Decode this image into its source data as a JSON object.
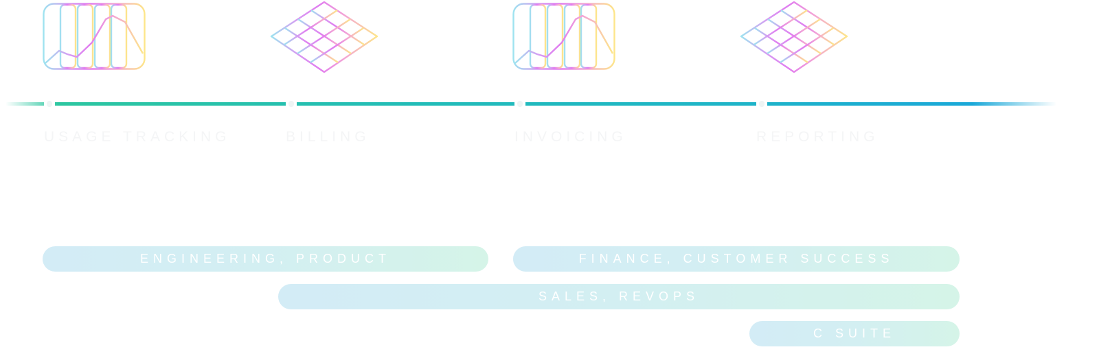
{
  "stages": [
    {
      "label": "USAGE TRACKING",
      "icon": "chart-icon"
    },
    {
      "label": "BILLING",
      "icon": "grid-icon"
    },
    {
      "label": "INVOICING",
      "icon": "chart-icon"
    },
    {
      "label": "REPORTING",
      "icon": "grid-icon"
    }
  ],
  "teams": [
    {
      "label": "ENGINEERING, PRODUCT"
    },
    {
      "label": "FINANCE, CUSTOMER SUCCESS"
    },
    {
      "label": "SALES, REVOPS"
    },
    {
      "label": "C SUITE"
    }
  ],
  "colors": {
    "timeline": "#22bcb8",
    "icon_gradient": [
      "#9fe3f0",
      "#e07cf0",
      "#fde68a"
    ],
    "team_bar": "#d3ecf6"
  }
}
